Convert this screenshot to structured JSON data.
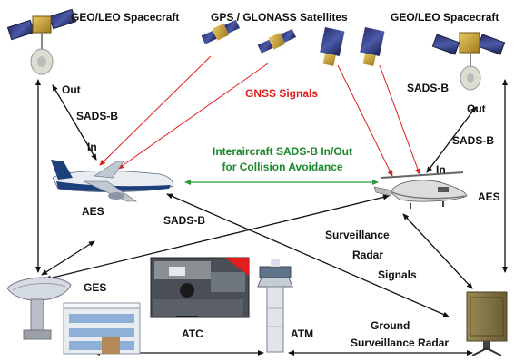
{
  "labels": {
    "geo_leo_left": "GEO/LEO Spacecraft",
    "gps_glonass": "GPS / GLONASS Satellites",
    "geo_leo_right": "GEO/LEO Spacecraft",
    "out_left": "Out",
    "sadsb_left": "SADS-B",
    "in_left": "In",
    "gnss_signals": "GNSS Signals",
    "interaircraft_line1": "Interaircraft SADS-B In/Out",
    "interaircraft_line2": "for Collision Avoidance",
    "sadsb_right_top": "SADS-B",
    "out_right": "Out",
    "sadsb_right_mid": "SADS-B",
    "in_right": "In",
    "aes_left": "AES",
    "aes_right": "AES",
    "sadsb_center": "SADS-B",
    "surveillance": "Surveillance",
    "radar": "Radar",
    "signals": "Signals",
    "ges": "GES",
    "atc": "ATC",
    "atm": "ATM",
    "ground": "Ground",
    "ground_surveillance_radar": "Surveillance Radar"
  },
  "colors": {
    "gnss_arrow": "#e01e1e",
    "interaircraft_arrow": "#2a9a3a",
    "link_arrow": "#111111"
  },
  "icons": [
    "satellite-icon",
    "gps-satellite-icon",
    "airliner-icon",
    "helicopter-icon",
    "ground-station-dish-icon",
    "building-icon",
    "control-room-photo-icon",
    "control-tower-icon",
    "radar-unit-icon"
  ]
}
